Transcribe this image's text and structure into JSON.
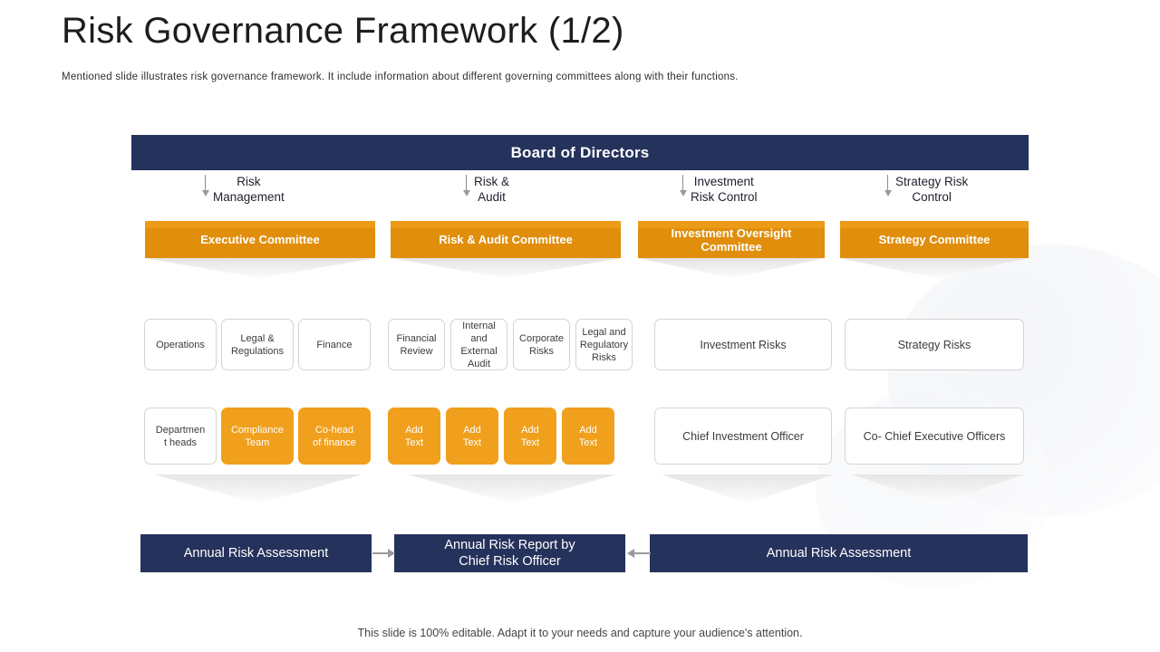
{
  "header": {
    "title": "Risk Governance Framework (1/2)",
    "subtitle": "Mentioned slide illustrates risk governance  framework. It include information  about different  governing  committees along with their functions."
  },
  "colors": {
    "navy": "#25325B",
    "orange_banner": "#E08E0B",
    "orange_box": "#F0A01C",
    "box_border": "#D4D4D4",
    "arrow_gray": "#9A9A9A"
  },
  "board": {
    "label": "Board of Directors"
  },
  "connectors": [
    {
      "label": "Risk\nManagement",
      "icon": "arrow-down-icon"
    },
    {
      "label": "Risk &\nAudit",
      "icon": "arrow-down-icon"
    },
    {
      "label": "Investment\nRisk Control",
      "icon": "arrow-down-icon"
    },
    {
      "label": "Strategy Risk\nControl",
      "icon": "arrow-down-icon"
    }
  ],
  "committees": [
    {
      "label": "Executive Committee"
    },
    {
      "label": "Risk & Audit Committee"
    },
    {
      "label": "Investment Oversight\nCommittee"
    },
    {
      "label": "Strategy  Committee"
    }
  ],
  "columns": [
    {
      "functions": [
        {
          "label": "Operations",
          "style": "white",
          "w": 80,
          "h": 57
        },
        {
          "label": "Legal &\nRegulations",
          "style": "white",
          "w": 80,
          "h": 57
        },
        {
          "label": "Finance",
          "style": "white",
          "w": 80,
          "h": 57
        }
      ],
      "people": [
        {
          "label": "Departmen\nt heads",
          "style": "white",
          "w": 80,
          "h": 63
        },
        {
          "label": "Compliance\nTeam",
          "style": "orange",
          "w": 80,
          "h": 63
        },
        {
          "label": "Co-head\nof finance",
          "style": "orange",
          "w": 80,
          "h": 63
        }
      ]
    },
    {
      "functions": [
        {
          "label": "Financial\nReview",
          "style": "white",
          "w": 63,
          "h": 57
        },
        {
          "label": "Internal and\nExternal\nAudit",
          "style": "white",
          "w": 63,
          "h": 57
        },
        {
          "label": "Corporate\nRisks",
          "style": "white",
          "w": 63,
          "h": 57
        },
        {
          "label": "Legal and\nRegulatory\nRisks",
          "style": "white",
          "w": 63,
          "h": 57
        }
      ],
      "people": [
        {
          "label": "Add\nText",
          "style": "orange",
          "w": 58,
          "h": 63
        },
        {
          "label": "Add\nText",
          "style": "orange",
          "w": 58,
          "h": 63
        },
        {
          "label": "Add\nText",
          "style": "orange",
          "w": 58,
          "h": 63
        },
        {
          "label": "Add\nText",
          "style": "orange",
          "w": 58,
          "h": 63
        }
      ]
    },
    {
      "functions": [
        {
          "label": "Investment Risks",
          "style": "white",
          "w": 196,
          "h": 57,
          "big": true
        }
      ],
      "people": [
        {
          "label": "Chief Investment Officer",
          "style": "white",
          "w": 196,
          "h": 63,
          "big": true
        }
      ]
    },
    {
      "functions": [
        {
          "label": "Strategy Risks",
          "style": "white",
          "w": 198,
          "h": 57,
          "big": true
        }
      ],
      "people": [
        {
          "label": "Co- Chief Executive Officers",
          "style": "white",
          "w": 198,
          "h": 63,
          "big": true
        }
      ]
    }
  ],
  "bottom_bars": [
    {
      "label": "Annual Risk Assessment"
    },
    {
      "label": "Annual Risk Report by\nChief Risk Officer"
    },
    {
      "label": "Annual Risk Assessment"
    }
  ],
  "mid_arrows": [
    {
      "direction": "right",
      "icon": "arrow-right-icon"
    },
    {
      "direction": "left",
      "icon": "arrow-left-icon"
    }
  ],
  "footer": {
    "note": "This slide is 100% editable. Adapt it to your needs and capture your audience's attention."
  }
}
